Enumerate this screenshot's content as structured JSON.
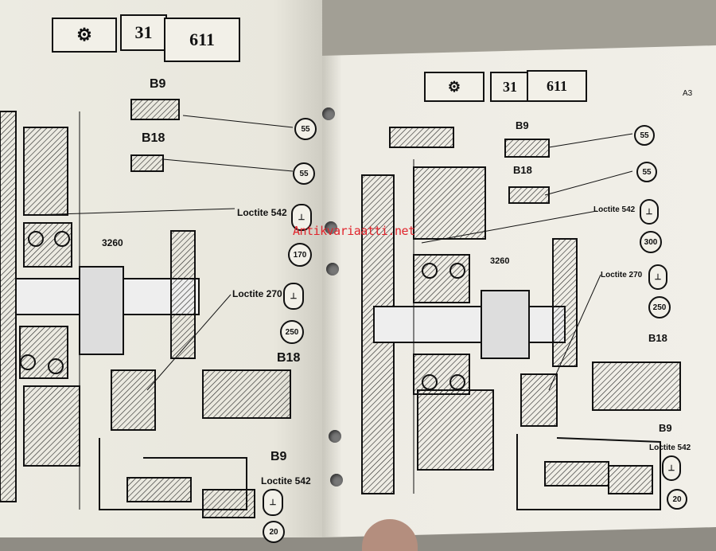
{
  "left_page": {
    "header": {
      "icon": "clutch-symbol-icon",
      "group": "31",
      "number": "611"
    },
    "labels": {
      "b9_top": "B9",
      "b18_top": "B18",
      "torque_1": "55",
      "torque_2": "55",
      "loctite_542": "Loctite 542",
      "torque_3": "170",
      "part_3260": "3260",
      "loctite_270": "Loctite 270",
      "torque_4": "250",
      "b18_bottom": "B18",
      "b9_bottom": "B9",
      "loctite_542_bottom": "Loctite 542",
      "torque_5": "20"
    }
  },
  "right_page": {
    "header": {
      "icon": "clutch-symbol-icon",
      "group": "31",
      "number": "611"
    },
    "page_ref": "A3",
    "labels": {
      "b9_top": "B9",
      "b18_top": "B18",
      "torque_1": "55",
      "torque_2": "55",
      "loctite_542": "Loctite 542",
      "torque_3": "300",
      "part_3260": "3260",
      "loctite_270": "Loctite 270",
      "torque_4": "250",
      "b18_bottom": "B18",
      "b9_bottom": "B9",
      "loctite_542_bottom": "Loctite 542",
      "torque_5": "20"
    }
  },
  "watermark": "Antikvariaatti.net"
}
